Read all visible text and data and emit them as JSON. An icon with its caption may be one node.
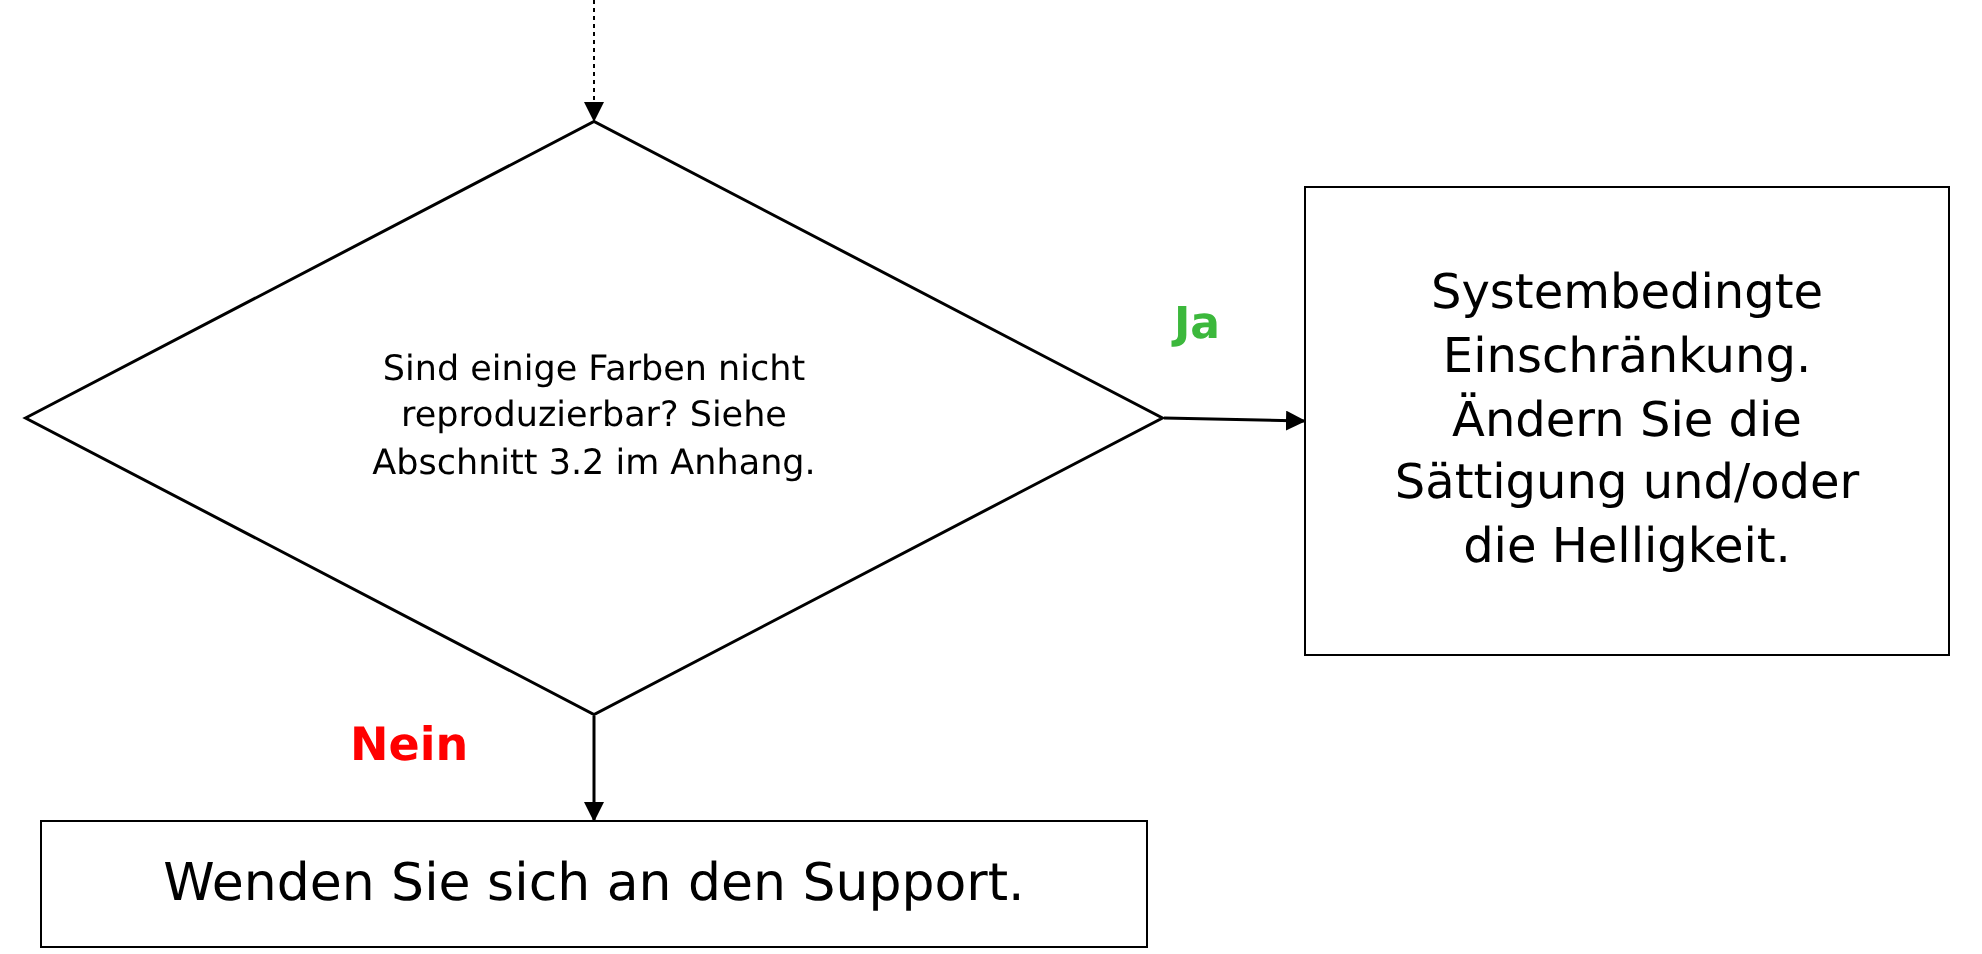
{
  "diagram": {
    "nodes": [
      {
        "text": [
          "Sind einige Farben nicht reproduzierbar? Siehe Abschnitt 3.2 im Anhang."
        ]
      },
      {
        "text": [
          "Systembedingte Einschränkung. Ändern Sie die Sättigung und/oder die Helligkeit."
        ]
      },
      {
        "text": [
          "Wenden Sie sich an den Support."
        ]
      }
    ],
    "edges": [
      {
        "from": null,
        "to": 0,
        "arrow": "to",
        "style": "dashed"
      },
      {
        "from": 0,
        "to": 1,
        "arrow": "to",
        "label": "Ja"
      },
      {
        "from": 0,
        "to": 2,
        "arrow": "to",
        "label": "Nein"
      }
    ]
  }
}
